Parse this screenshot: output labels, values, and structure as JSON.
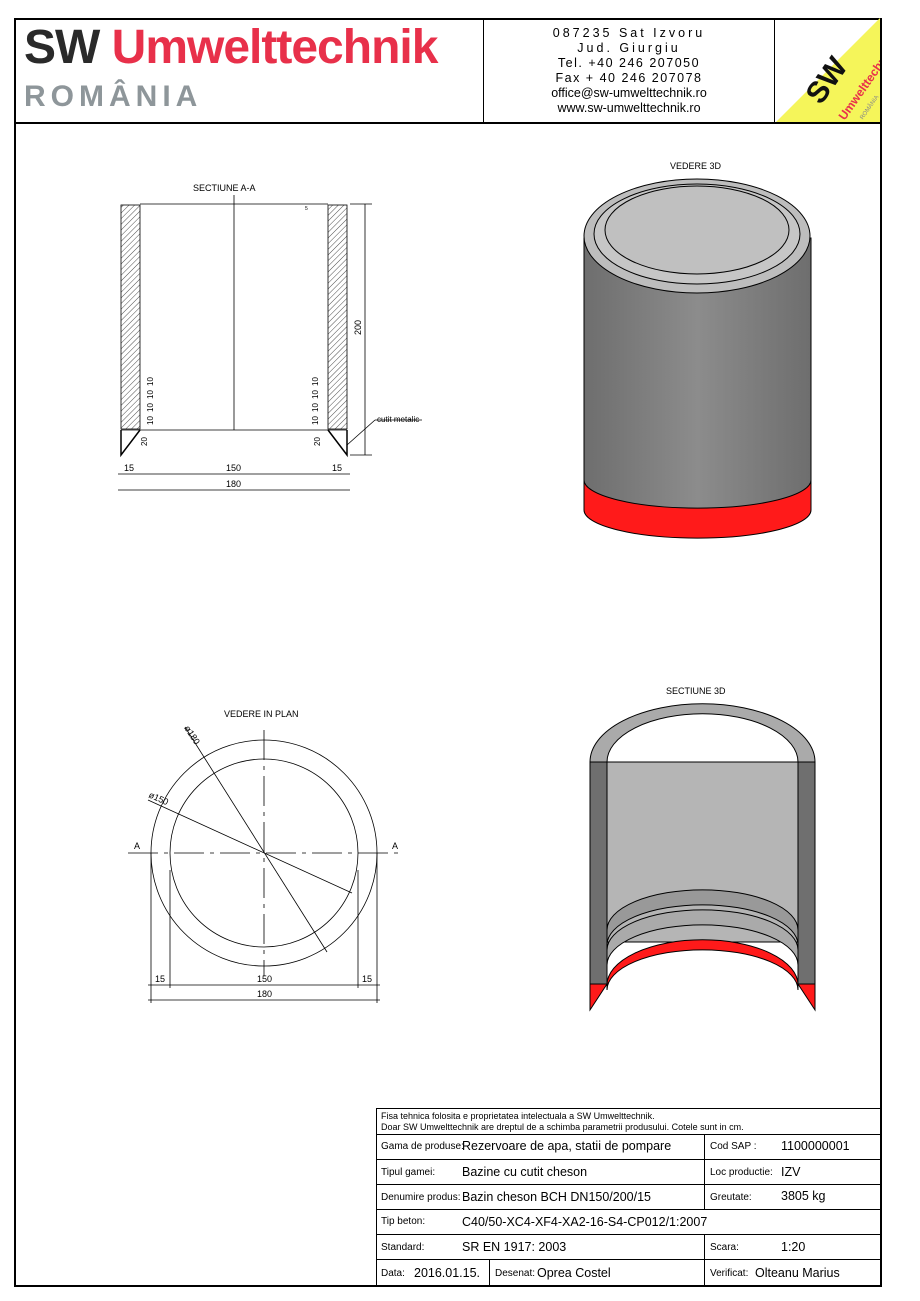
{
  "header": {
    "brand_sw": "SW",
    "brand_name": "Umwelttechnik",
    "brand_country": "ROMÂNIA",
    "contact": [
      "087235 Sat Izvoru",
      "Jud. Giurgiu",
      "Tel. +40 246 207050",
      "Fax + 40 246 207078",
      "office@sw-umwelttechnik.ro",
      "www.sw-umwelttechnik.ro"
    ],
    "logo_text": {
      "sw": "SW",
      "name": "Umwelttechnik",
      "country": "ROMÂNIA"
    },
    "logo_colors": {
      "yellow": "#f5f55a",
      "red": "#e8304a"
    }
  },
  "drawings": {
    "section_aa": {
      "title": "SECTIUNE   A-A",
      "dim_height": "200",
      "dim_left": "15",
      "dim_mid": "150",
      "dim_right": "15",
      "dim_total": "180",
      "dim_knife": "20",
      "dim_steps": [
        "10",
        "10",
        "10",
        "10"
      ],
      "dim_top": "5",
      "label_knife": "cutit metalic"
    },
    "view_3d": {
      "title": "VEDERE 3D"
    },
    "plan": {
      "title": "VEDERE IN PLAN",
      "dia_outer": "ø180",
      "dia_inner": "ø150",
      "section_mark": "A",
      "dim_left": "15",
      "dim_mid": "150",
      "dim_right": "15",
      "dim_total": "180"
    },
    "section_3d": {
      "title": "SECTIUNE 3D"
    },
    "colors": {
      "concrete": "#8a8a8a",
      "knife": "#ff1a1a"
    }
  },
  "title_block": {
    "note1": "Fisa tehnica folosita e proprietatea intelectuala a SW Umwelttechnik.",
    "note2": "Doar SW Umwelttechnik are dreptul de a schimba parametrii produsului. Cotele sunt in cm.",
    "gama_label": "Gama de produse:",
    "gama": "Rezervoare de apa, statii de pompare",
    "cod_label": "Cod SAP :",
    "cod": "1100000001",
    "tip_label": "Tipul gamei:",
    "tip": "Bazine cu cutit cheson",
    "loc_label": "Loc productie:",
    "loc": "IZV",
    "den_label": "Denumire produs:",
    "den": "Bazin cheson BCH DN150/200/15",
    "greut_label": "Greutate:",
    "greut": "3805 kg",
    "beton_label": "Tip beton:",
    "beton": "C40/50-XC4-XF4-XA2-16-S4-CP012/1:2007",
    "std_label": "Standard:",
    "std": "SR EN 1917: 2003",
    "scara_label": "Scara:",
    "scara": "1:20",
    "data_label": "Data:",
    "data": "2016.01.15.",
    "des_label": "Desenat:",
    "des": "Oprea Costel",
    "ver_label": "Verificat:",
    "ver": "Olteanu Marius"
  }
}
